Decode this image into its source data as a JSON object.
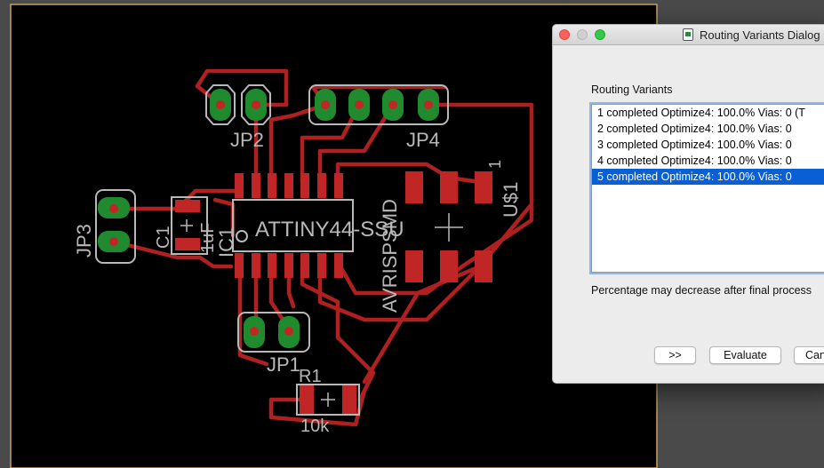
{
  "board": {
    "components": [
      {
        "label": "JP2"
      },
      {
        "label": "JP4"
      },
      {
        "label": "JP3"
      },
      {
        "label": "C1"
      },
      {
        "label": "1uF"
      },
      {
        "label": "IC1"
      },
      {
        "label": "ATTINY44-SSU"
      },
      {
        "label": "AVRISPSMD"
      },
      {
        "label": "U$1"
      },
      {
        "label": "1"
      },
      {
        "label": "JP1"
      },
      {
        "label": "R1"
      },
      {
        "label": "10k"
      }
    ],
    "colors": {
      "trace": "#b02020",
      "pad_green": "#1f8a2e",
      "smd_pad": "#c02626",
      "silkscreen": "#b8b8b8",
      "board_bg": "#000000",
      "outline": "#c8a060"
    }
  },
  "dialog": {
    "title": "Routing Variants Dialog",
    "group_label": "Routing Variants",
    "variants": [
      {
        "text": "1 completed Optimize4:  100.0%  Vias: 0 (T",
        "selected": false
      },
      {
        "text": "2 completed Optimize4:  100.0%  Vias: 0",
        "selected": false
      },
      {
        "text": "3 completed Optimize4:  100.0%  Vias: 0",
        "selected": false
      },
      {
        "text": "4 completed Optimize4:  100.0%  Vias: 0",
        "selected": false
      },
      {
        "text": "5 completed Optimize4:  100.0%  Vias: 0",
        "selected": true
      }
    ],
    "note": "Percentage may decrease after final process",
    "buttons": {
      "next": ">>",
      "evaluate": "Evaluate",
      "cancel": "Cancel"
    }
  }
}
